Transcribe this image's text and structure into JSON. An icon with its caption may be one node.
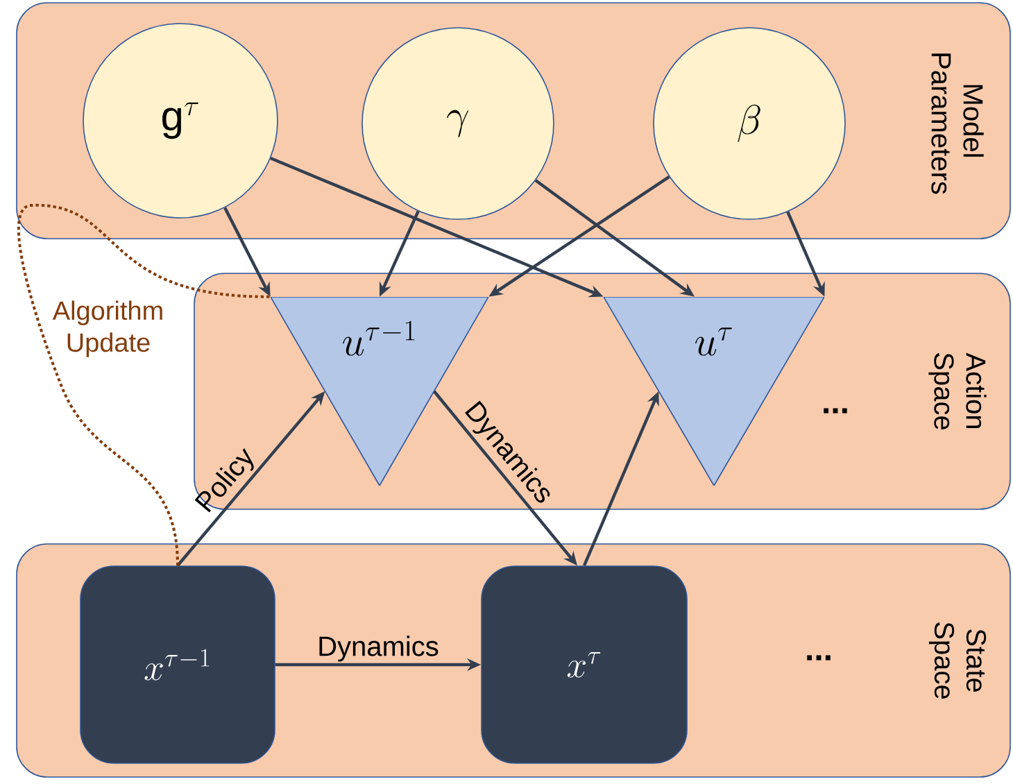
{
  "diagram": {
    "nodes": [
      {
        "text": [
          "Model Parameters"
        ]
      },
      {
        "text": [
          "\\mathrm{g}^{\\tau}"
        ],
        "in": 0
      },
      {
        "text": [
          "\\gamma"
        ],
        "in": 0
      },
      {
        "text": [
          "\\beta"
        ],
        "in": 0
      },
      {
        "text": [
          "Action Space"
        ]
      },
      {
        "text": [
          "u^{\\tau-1}"
        ],
        "in": 4
      },
      {
        "text": [
          "u^{\\tau}"
        ],
        "in": 4
      },
      {
        "text": [
          "State Space"
        ]
      },
      {
        "text": [
          "x^{\\tau-1}"
        ],
        "in": 7
      },
      {
        "text": [
          "x^{\\tau}"
        ],
        "in": 7
      }
    ],
    "edges": [
      {
        "from": 1,
        "to": 5,
        "arrow": "to"
      },
      {
        "from": 1,
        "to": 6,
        "arrow": "to"
      },
      {
        "from": 2,
        "to": 5,
        "arrow": "to"
      },
      {
        "from": 2,
        "to": 6,
        "arrow": "to"
      },
      {
        "from": 3,
        "to": 5,
        "arrow": "to"
      },
      {
        "from": 3,
        "to": 6,
        "arrow": "to"
      },
      {
        "from": 8,
        "to": 5,
        "arrow": "to",
        "label": "Policy"
      },
      {
        "from": 5,
        "to": 9,
        "arrow": "to",
        "label": "Dynamics"
      },
      {
        "from": 9,
        "to": 6,
        "arrow": "to"
      },
      {
        "from": 8,
        "to": 9,
        "arrow": "to",
        "label": "Dynamics"
      },
      {
        "from": 8,
        "to": 5,
        "arrow": "none",
        "label": "Algorithm Update",
        "style": "dashed",
        "color": "#843c0c"
      }
    ],
    "labels": [
      "...",
      "..."
    ]
  }
}
